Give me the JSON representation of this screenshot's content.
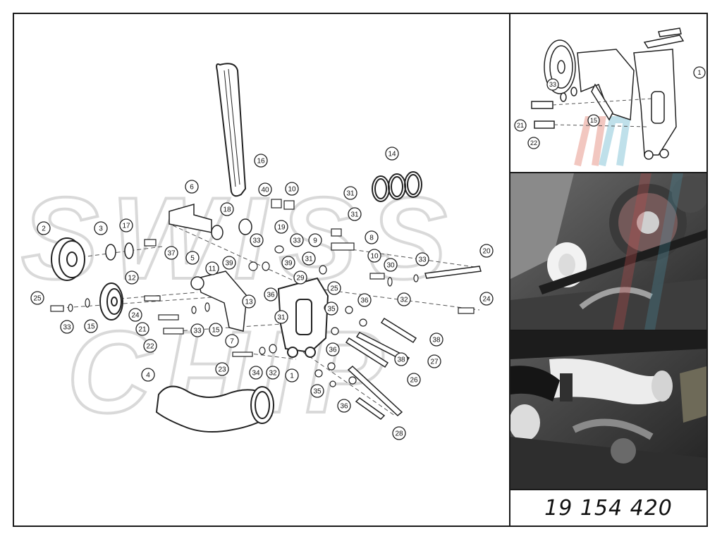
{
  "watermark": {
    "line1": "SWISS",
    "line2": "CHIP"
  },
  "part_number": "19 154 420",
  "colors": {
    "ink": "#1a1a1a",
    "callout_fill": "#ffffff",
    "watermark": "#d9d9d9",
    "photo_dark": "#2b2b2b",
    "belt_red": "#b83a3a"
  },
  "callouts": [
    "1",
    "2",
    "3",
    "4",
    "5",
    "6",
    "7",
    "8",
    "9",
    "10",
    "11",
    "12",
    "13",
    "14",
    "15",
    "16",
    "17",
    "18",
    "19",
    "20",
    "21",
    "22",
    "23",
    "24",
    "25",
    "26",
    "27",
    "28",
    "29",
    "30",
    "31",
    "32",
    "33",
    "34",
    "35",
    "36",
    "37",
    "38",
    "39",
    "40"
  ],
  "detail_callouts": [
    "1",
    "21",
    "22",
    "33",
    "15"
  ],
  "panels": {
    "detail": "detail-view",
    "photo_top": "installed-photo-1",
    "photo_bottom": "installed-photo-2"
  }
}
